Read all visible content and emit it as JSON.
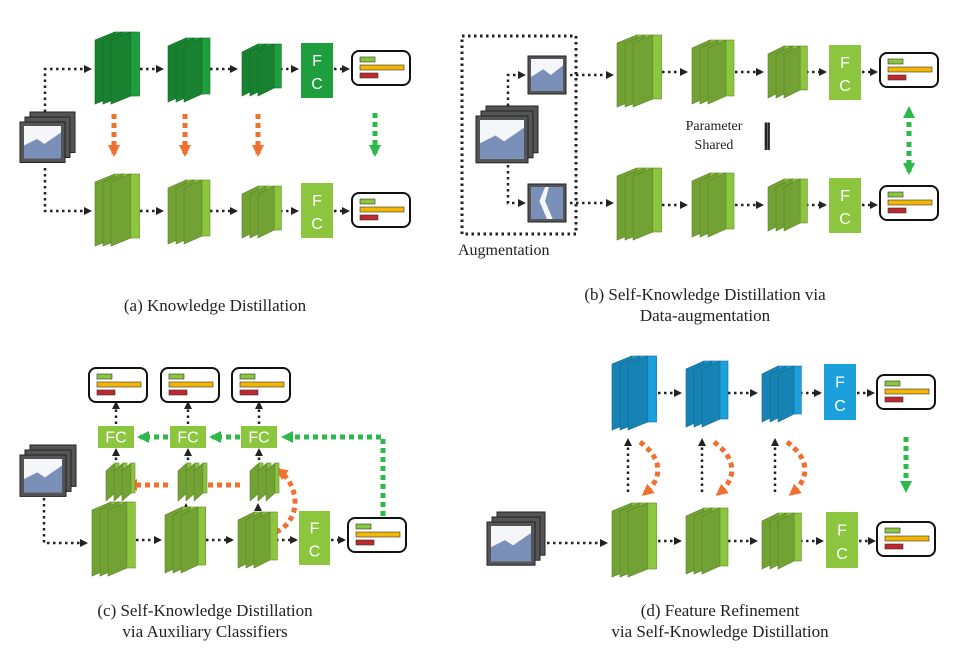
{
  "panels": {
    "a": {
      "caption": [
        "(a) Knowledge Distillation"
      ]
    },
    "b": {
      "caption": [
        "(b) Self-Knowledge Distillation via",
        "Data-augmentation"
      ],
      "augmentation_label": "Augmentation",
      "param_shared": [
        "Parameter",
        "Shared"
      ],
      "param_symbol": "||"
    },
    "c": {
      "caption": [
        "(c) Self-Knowledge Distillation",
        "via Auxiliary Classifiers"
      ]
    },
    "d": {
      "caption": [
        "(d) Feature Refinement",
        "via Self-Knowledge Distillation"
      ]
    }
  },
  "fc_label_stacked": [
    "F",
    "C"
  ],
  "fc_label_inline": "FC",
  "colors": {
    "teacher_green": "#1e9e3c",
    "student_green": "#8cc63f",
    "refined_blue": "#1ca0dc",
    "arrow_orange": "#f07030",
    "arrow_green": "#2db84a",
    "arrow_black": "#222222",
    "bar_green": "#8cc63f",
    "bar_yellow": "#f2b705",
    "bar_red": "#c0282d",
    "image_blue": "#7a90b8"
  },
  "icons": [
    "image-stack-icon",
    "feature-block-icon",
    "fc-layer-icon",
    "prediction-bars-icon",
    "arrow-icon"
  ]
}
